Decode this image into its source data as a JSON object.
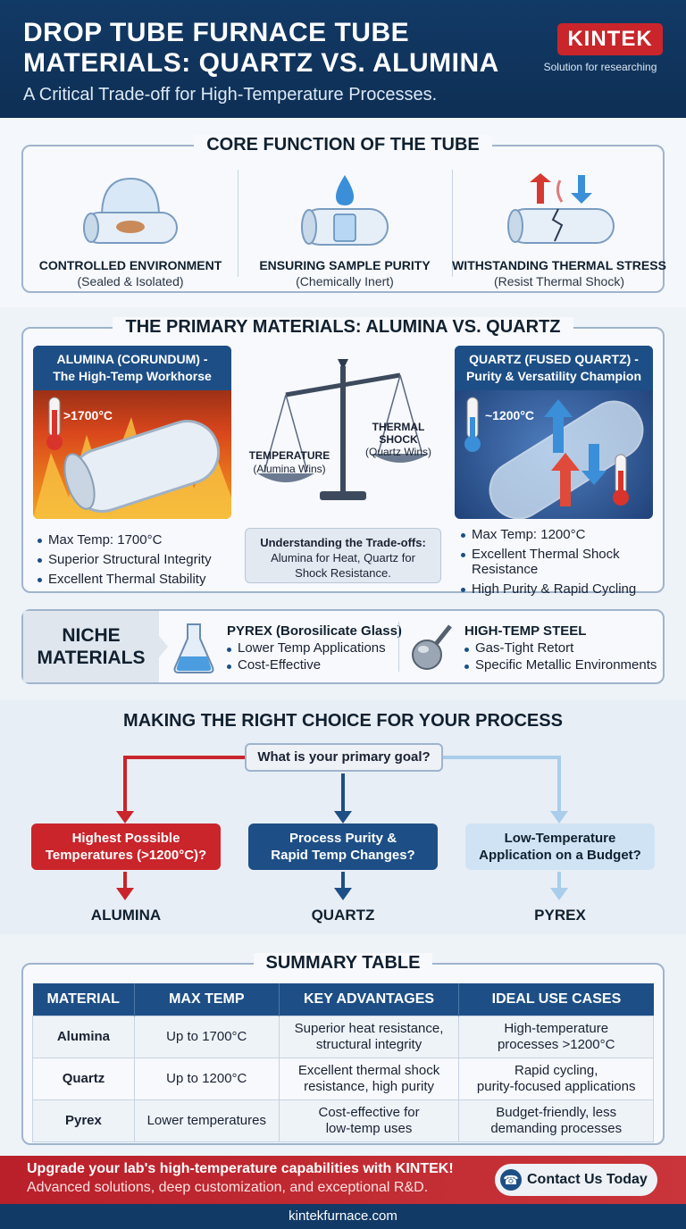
{
  "header": {
    "title": "DROP TUBE FURNACE TUBE MATERIALS: QUARTZ VS. ALUMINA",
    "subtitle": "A Critical Trade-off for High-Temperature Processes.",
    "logo": "KINTEK",
    "logo_tagline": "Solution for researching"
  },
  "core": {
    "title": "CORE FUNCTION OF THE TUBE",
    "items": [
      {
        "label": "CONTROLLED ENVIRONMENT",
        "sub": "(Sealed & Isolated)",
        "icon": "dome-tube-icon"
      },
      {
        "label": "ENSURING SAMPLE PURITY",
        "sub": "(Chemically Inert)",
        "icon": "droplet-beaker-icon"
      },
      {
        "label": "WITHSTANDING THERMAL STRESS",
        "sub": "(Resist Thermal Shock)",
        "icon": "cracked-tube-icon"
      }
    ]
  },
  "materials": {
    "title": "THE PRIMARY MATERIALS: ALUMINA VS. QUARTZ",
    "alumina": {
      "head1": "ALUMINA (CORUNDUM) -",
      "head2": "The High-Temp Workhorse",
      "temp_badge": ">1700°C",
      "bullets": [
        "Max Temp: 1700°C",
        "Superior Structural Integrity",
        "Excellent Thermal Stability"
      ]
    },
    "quartz": {
      "head1": "QUARTZ (FUSED QUARTZ) -",
      "head2": "Purity & Versatility Champion",
      "temp_badge": "~1200°C",
      "bullets": [
        "Max Temp: 1200°C",
        "Excellent Thermal Shock Resistance",
        "High Purity & Rapid Cycling"
      ]
    },
    "scale": {
      "left_label": "TEMPERATURE",
      "left_sub": "(Alumina Wins)",
      "right_label1": "THERMAL",
      "right_label2": "SHOCK",
      "right_sub": "(Quartz Wins)"
    },
    "tradeoff_title": "Understanding the Trade-offs:",
    "tradeoff_text1": "Alumina for Heat, Quartz for",
    "tradeoff_text2": "Shock Resistance."
  },
  "niche": {
    "label1": "NICHE",
    "label2": "MATERIALS",
    "pyrex": {
      "title": "PYREX (Borosilicate Glass)",
      "bullets": [
        "Lower Temp Applications",
        "Cost-Effective"
      ]
    },
    "steel": {
      "title": "HIGH-TEMP STEEL",
      "bullets": [
        "Gas-Tight Retort",
        "Specific Metallic Environments"
      ]
    }
  },
  "choice": {
    "title": "MAKING THE RIGHT CHOICE FOR YOUR PROCESS",
    "question": "What is your primary goal?",
    "options": [
      {
        "line1": "Highest Possible",
        "line2": "Temperatures (>1200°C)?",
        "result": "ALUMINA"
      },
      {
        "line1": "Process Purity &",
        "line2": "Rapid Temp Changes?",
        "result": "QUARTZ"
      },
      {
        "line1": "Low-Temperature",
        "line2": "Application on a Budget?",
        "result": "PYREX"
      }
    ]
  },
  "table": {
    "title": "SUMMARY TABLE",
    "headers": [
      "MATERIAL",
      "MAX TEMP",
      "KEY ADVANTAGES",
      "IDEAL USE CASES"
    ],
    "rows": [
      {
        "material": "Alumina",
        "max": "Up to 1700°C",
        "adv1": "Superior heat resistance,",
        "adv2": "structural integrity",
        "use1": "High-temperature",
        "use2": "processes >1200°C"
      },
      {
        "material": "Quartz",
        "max": "Up to 1200°C",
        "adv1": "Excellent thermal shock",
        "adv2": "resistance, high purity",
        "use1": "Rapid cycling,",
        "use2": "purity-focused applications"
      },
      {
        "material": "Pyrex",
        "max": "Lower temperatures",
        "adv1": "Cost-effective for",
        "adv2": "low-temp uses",
        "use1": "Budget-friendly, less",
        "use2": "demanding processes"
      }
    ]
  },
  "cta": {
    "line1": "Upgrade your lab's high-temperature capabilities with KINTEK!",
    "line2": "Advanced solutions, deep customization, and exceptional R&D.",
    "button": "Contact Us Today"
  },
  "footer": {
    "url": "kintekfurnace.com"
  },
  "colors": {
    "navy": "#123a66",
    "blue": "#1d4f86",
    "red": "#c9252b",
    "light_blue": "#cfe3f5"
  }
}
